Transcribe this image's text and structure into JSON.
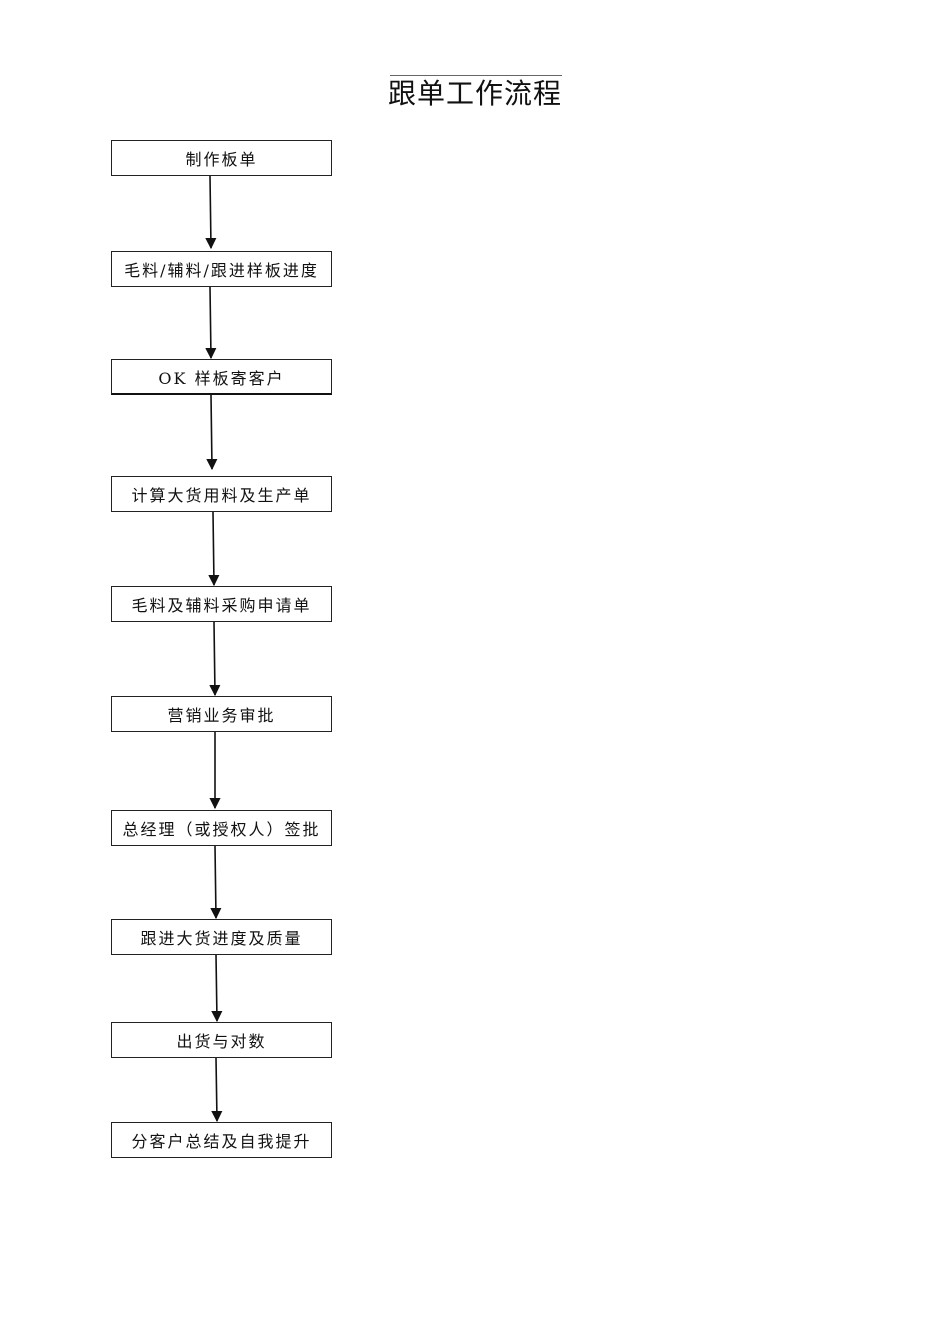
{
  "title": "跟单工作流程",
  "steps": [
    "制作板单",
    "毛料/辅料/跟进样板进度",
    "OK 样板寄客户",
    "计算大货用料及生产单",
    "毛料及辅料采购申请单",
    "营销业务审批",
    "总经理（或授权人）签批",
    "跟进大货进度及质量",
    "出货与对数",
    "分客户总结及自我提升"
  ]
}
